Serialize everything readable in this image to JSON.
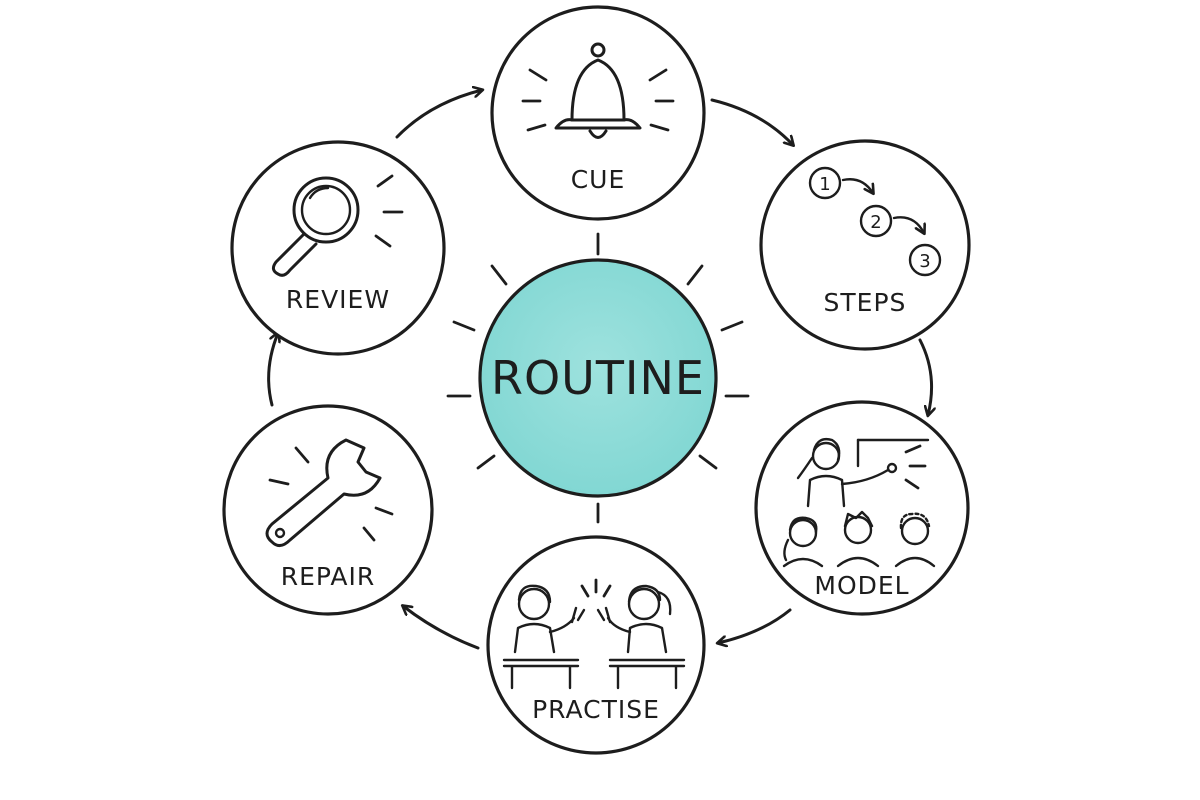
{
  "center": {
    "label": "ROUTINE",
    "fill_color": "#7fd6d2"
  },
  "nodes": [
    {
      "id": "cue",
      "label": "CUE",
      "icon": "bell-icon"
    },
    {
      "id": "steps",
      "label": "STEPS",
      "icon": "numbered-steps-icon",
      "step_numbers": [
        "1",
        "2",
        "3"
      ]
    },
    {
      "id": "model",
      "label": "MODEL",
      "icon": "teacher-demonstrating-icon"
    },
    {
      "id": "practise",
      "label": "PRACTISE",
      "icon": "students-practising-icon"
    },
    {
      "id": "repair",
      "label": "REPAIR",
      "icon": "wrench-icon"
    },
    {
      "id": "review",
      "label": "REVIEW",
      "icon": "magnifying-glass-icon"
    }
  ],
  "flow": [
    {
      "from": "cue",
      "to": "steps"
    },
    {
      "from": "steps",
      "to": "model"
    },
    {
      "from": "model",
      "to": "practise"
    },
    {
      "from": "practise",
      "to": "repair"
    },
    {
      "from": "repair",
      "to": "review"
    },
    {
      "from": "review",
      "to": "cue"
    }
  ]
}
